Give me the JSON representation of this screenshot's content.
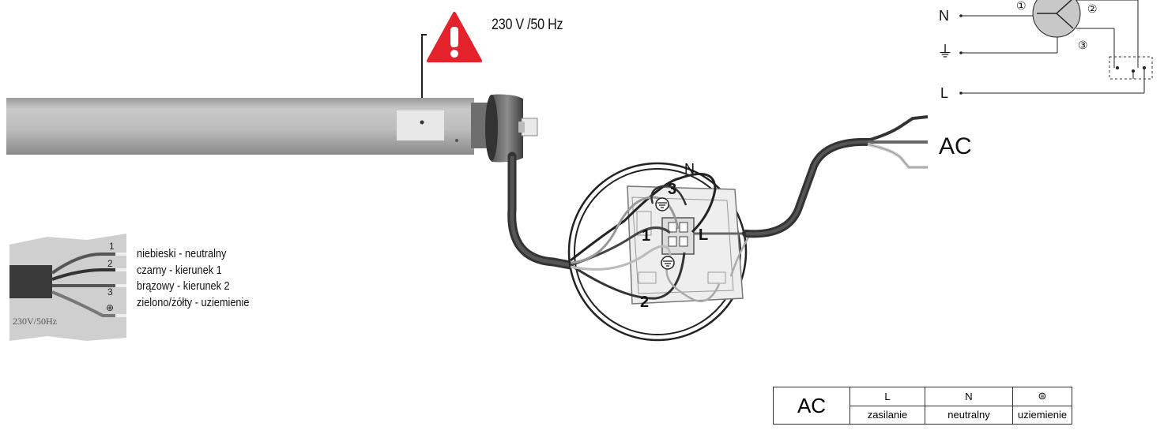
{
  "warning": {
    "voltage_label": "230 V /50 Hz",
    "color": "#e3222b"
  },
  "motor": {
    "label_color": "#e8e8e8"
  },
  "cable_legend": {
    "plug_text": "230V/50Hz",
    "wire_numbers": [
      "1",
      "2",
      "3",
      "⊕"
    ],
    "items": [
      "niebieski - neutralny",
      "czarny - kierunek 1",
      "brązowy - kierunek 2",
      "zielono/żółty - uziemienie"
    ]
  },
  "switch": {
    "labels": {
      "n": "N",
      "l": "L",
      "t1": "1",
      "t2": "2",
      "t3": "3"
    }
  },
  "ac_label": "AC",
  "schematic": {
    "n": "N",
    "l": "L",
    "earth": "⏚",
    "terminals": [
      "①",
      "②",
      "③"
    ]
  },
  "ac_table": {
    "title": "AC",
    "headers": [
      "L",
      "N",
      "⊜"
    ],
    "values": [
      "zasilanie",
      "neutralny",
      "uziemienie"
    ]
  }
}
